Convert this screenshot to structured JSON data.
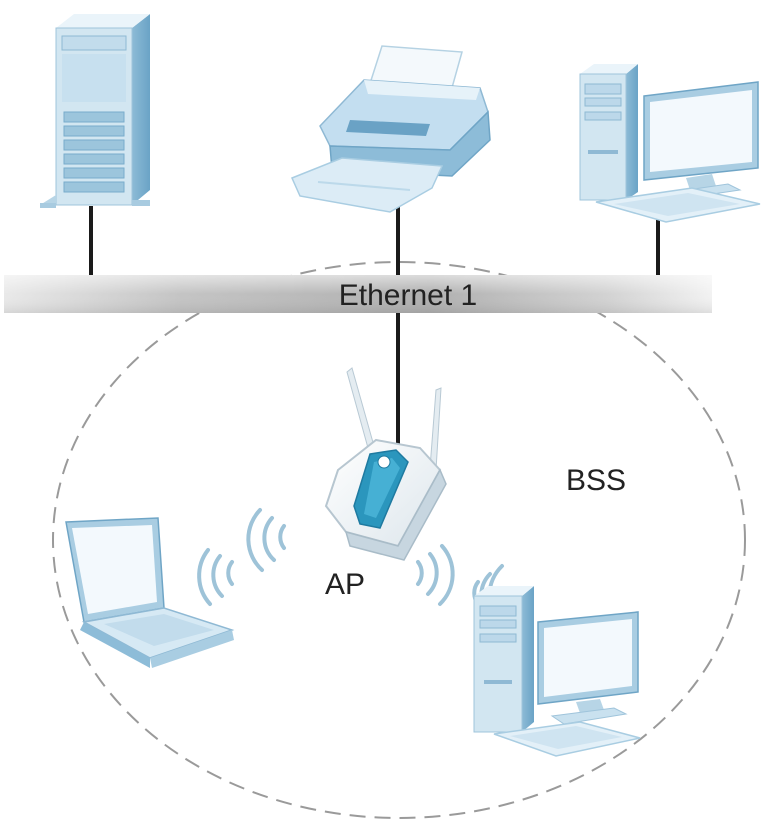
{
  "labels": {
    "ethernet": "Ethernet 1",
    "access_point": "AP",
    "bss": "BSS"
  },
  "colors": {
    "device_light": "#d2e6f1",
    "device_mid": "#a9cde2",
    "device_dark": "#5e9fc4",
    "screen": "#f3f9fd",
    "bus_dark": "#b5b5b5",
    "bus_light": "#ececec",
    "wire": "#1a1a1a",
    "bss_circle": "#9a9a9a",
    "signal": "#9ec3d8",
    "ap_accent": "#2b96bd"
  },
  "icons": [
    "server-icon",
    "printer-icon",
    "desktop-computer-icon",
    "laptop-icon",
    "access-point-icon",
    "wireless-signal-icon"
  ]
}
